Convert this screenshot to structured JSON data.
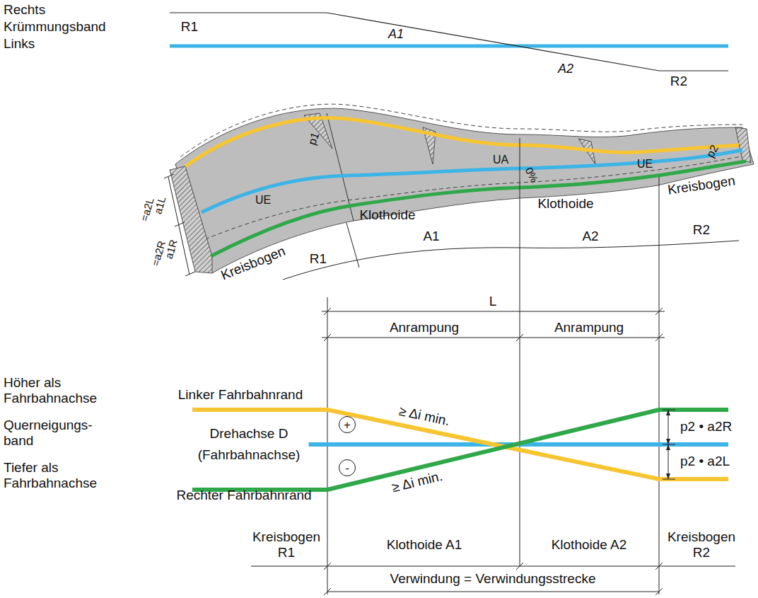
{
  "diagram": {
    "nodes": [
      {
        "text": [
          "+"
        ]
      },
      {
        "text": [
          "-"
        ]
      }
    ],
    "labels": [
      "Rechts",
      "Krümmungsband",
      "Links",
      "R1",
      "A1",
      "A2",
      "R2",
      "p1",
      "UE",
      "UA",
      "0%",
      "UE",
      "p2",
      "Klothoide",
      "Klothoide",
      "Kreisbogen",
      "Kreisbogen",
      "a1L",
      "=a2L",
      "a1R",
      "=a2R",
      "A1",
      "A2",
      "R1",
      "R2",
      "L",
      "Anrampung",
      "Anrampung",
      "Höher als Fahrbahnachse",
      "Linker Fahrbahnrand",
      "≥ Δi min.",
      "Querneigungs- band",
      "Drehachse D (Fahrbahnachse)",
      "p2 • a2R",
      "p2 • a2L",
      "Tiefer als Fahrbahnachse",
      "Rechter Fahrbahnrand",
      "≥ Δi min.",
      "Kreisbogen R1",
      "Klothoide A1",
      "Klothoide A2",
      "Kreisbogen R2",
      "Verwindung = Verwindungsstrecke"
    ]
  }
}
